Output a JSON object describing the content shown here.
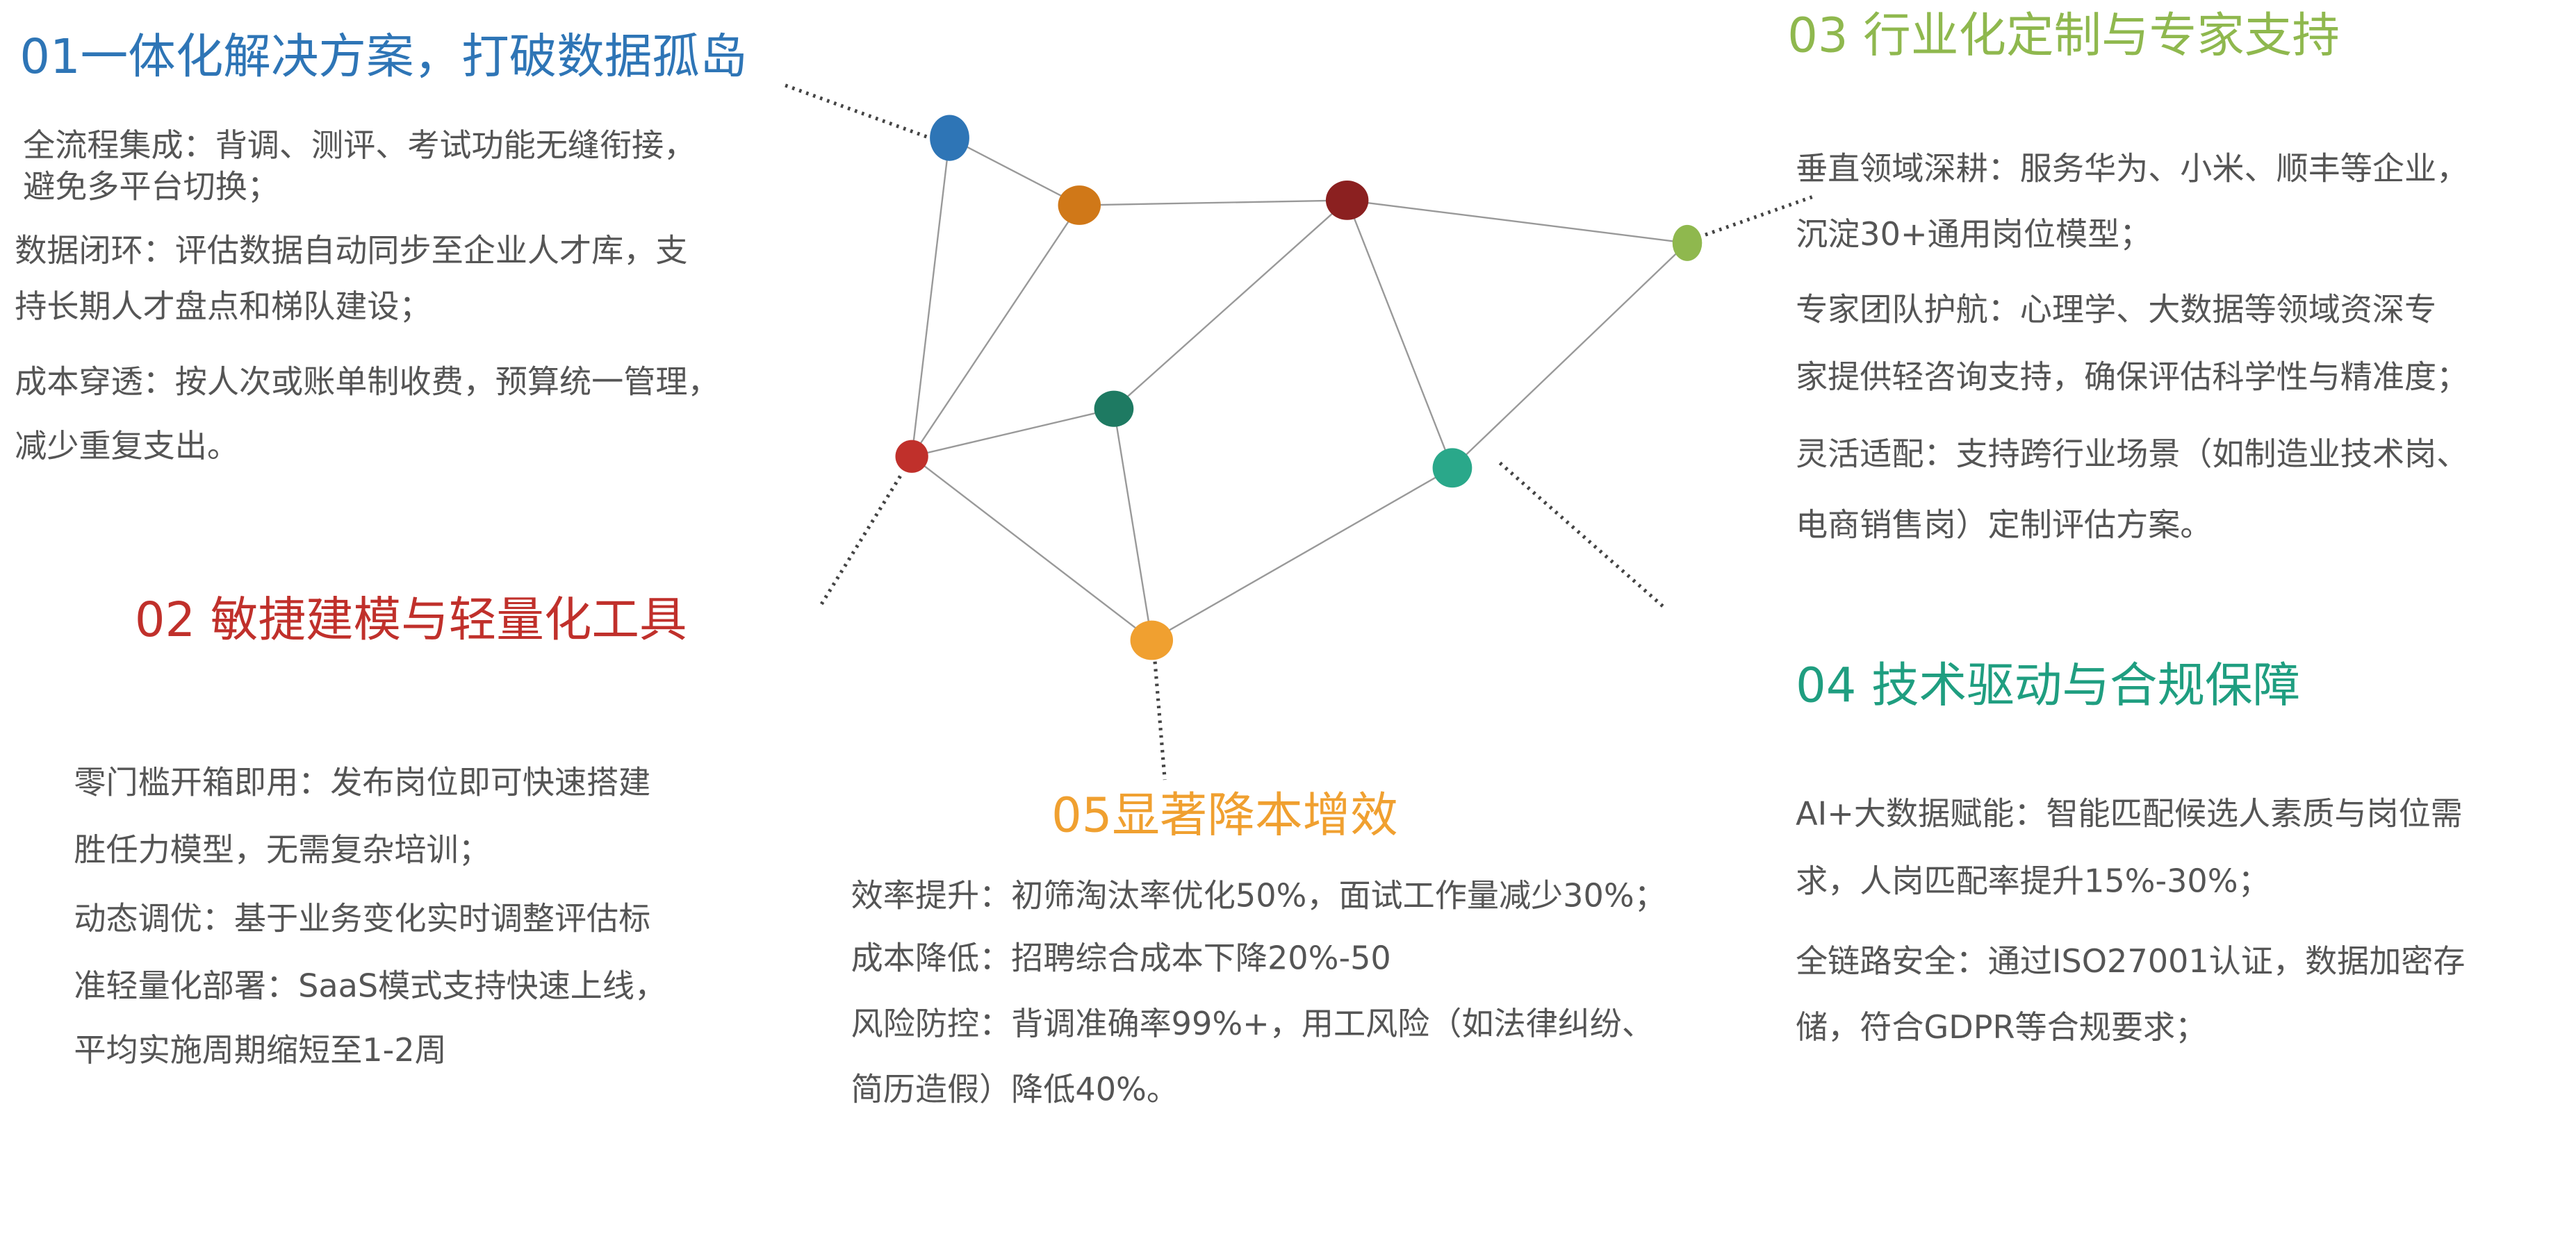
{
  "colors": {
    "s01": "#2e75b6",
    "s02": "#c0302b",
    "s03": "#8fb84e",
    "s04": "#1f9e80",
    "s05": "#f0a030",
    "text": "#555555"
  },
  "s01": {
    "title": "01一体化解决方案，打破数据孤岛",
    "lines": [
      "全流程集成：背调、测评、考试功能无缝衔接，",
      "避免多平台切换；",
      "数据闭环：评估数据自动同步至企业人才库，支",
      "持长期人才盘点和梯队建设；",
      "成本穿透：按人次或账单制收费，预算统一管理，",
      "减少重复支出。"
    ]
  },
  "s02": {
    "title": "02 敏捷建模与轻量化工具",
    "lines": [
      "零门槛开箱即用：发布岗位即可快速搭建",
      "胜任力模型，无需复杂培训；",
      "动态调优：基于业务变化实时调整评估标",
      "准轻量化部署：SaaS模式支持快速上线，",
      "平均实施周期缩短至1-2周"
    ]
  },
  "s03": {
    "title": "03  行业化定制与专家支持",
    "lines": [
      "垂直领域深耕：服务华为、小米、顺丰等企业，",
      "沉淀30+通用岗位模型；",
      "专家团队护航：心理学、大数据等领域资深专",
      "家提供轻咨询支持，确保评估科学性与精准度；",
      "灵活适配：支持跨行业场景（如制造业技术岗、",
      "电商销售岗）定制评估方案。"
    ]
  },
  "s04": {
    "title": "04  技术驱动与合规保障",
    "lines": [
      "AI+大数据赋能：智能匹配候选人素质与岗位需",
      "求，人岗匹配率提升15%-30%；",
      "全链路安全：通过ISO27001认证，数据加密存",
      "储，符合GDPR等合规要求；"
    ]
  },
  "s05": {
    "title": "05显著降本增效",
    "lines": [
      "效率提升：初筛淘汰率优化50%，面试工作量减少30%；",
      "成本降低：招聘综合成本下降20%-50",
      "风险防控：背调准确率99%+，用工风险（如法律纠纷、",
      "简历造假）降低40%。"
    ]
  }
}
